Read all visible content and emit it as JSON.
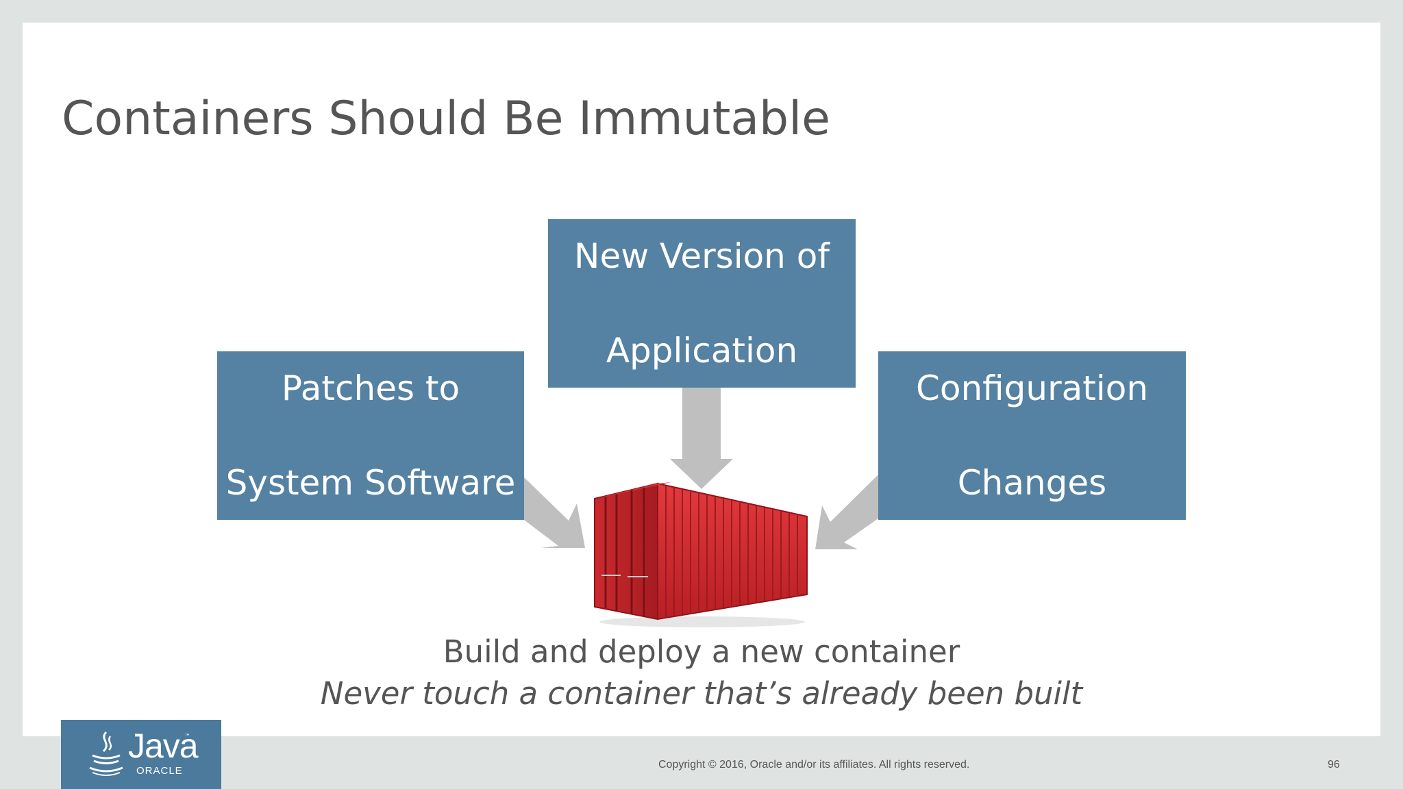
{
  "slide": {
    "title": "Containers Should Be Immutable",
    "boxes": {
      "top": {
        "line1": "New Version of",
        "line2": "Application"
      },
      "left": {
        "line1": "Patches to",
        "line2": "System Software"
      },
      "right": {
        "line1": "Configuration",
        "line2": "Changes"
      }
    },
    "caption": "Build and deploy a new container",
    "subcaption": "Never touch a container that’s already been built",
    "container_image": "red-shipping-container"
  },
  "footer": {
    "logo_word": "Java",
    "logo_tm": "™",
    "logo_sub": "ORACLE",
    "copyright": "Copyright © 2016, Oracle and/or its affiliates. All rights reserved.",
    "page_number": "96"
  },
  "colors": {
    "box": "#5581a2",
    "arrow": "#bfbfbf",
    "container": "#cf2a2e",
    "text": "#555555",
    "logo_bg": "#4b7a9c"
  }
}
